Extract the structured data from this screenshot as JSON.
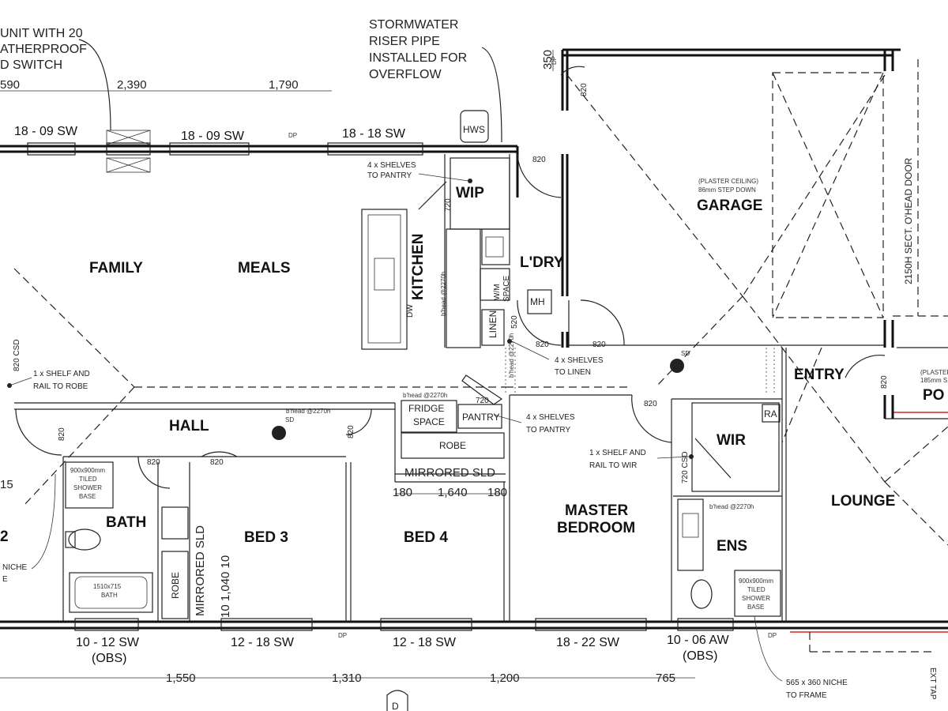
{
  "rooms": {
    "family": "FAMILY",
    "meals": "MEALS",
    "kitchen": "KITCHEN",
    "wip": "WIP",
    "laundry": "L'DRY",
    "garage": "GARAGE",
    "hall": "HALL",
    "bath": "BATH",
    "bed3": "BED 3",
    "bed4": "BED 4",
    "master_line1": "MASTER",
    "master_line2": "BEDROOM",
    "wir": "WIR",
    "ens": "ENS",
    "entry": "ENTRY",
    "lounge": "LOUNGE",
    "po": "PO",
    "left_partial": "2"
  },
  "notes": {
    "unit_line1": "UNIT WITH 20",
    "unit_line2": "ATHERPROOF",
    "unit_line3": "D SWITCH",
    "storm_line1": "STORMWATER",
    "storm_line2": "RISER PIPE",
    "storm_line3": "INSTALLED FOR",
    "storm_line4": "OVERFLOW",
    "pantry_shelves_top_1": "4 x SHELVES",
    "pantry_shelves_top_2": "TO PANTRY",
    "linen_shelves_1": "4 x SHELVES",
    "linen_shelves_2": "TO LINEN",
    "pantry_shelves_mid_1": "4 x SHELVES",
    "pantry_shelves_mid_2": "TO PANTRY",
    "shelf_robe_1": "1 x SHELF AND",
    "shelf_robe_2": "RAIL TO ROBE",
    "shelf_wir_1": "1 x SHELF AND",
    "shelf_wir_2": "RAIL TO WIR",
    "niche_left_1": "NICHE",
    "niche_left_2": "E",
    "niche_right_1": "565 x 360 NICHE",
    "niche_right_2": "TO FRAME",
    "mirrored_sld": "MIRRORED SLD",
    "mirrored_sld_vertical": "MIRRORED SLD",
    "garage_door": "2150H SECT. O'HEAD DOOR",
    "plaster_ceiling": "(PLASTER CEILING)",
    "step_down": "86mm STEP DOWN",
    "plaster_right": "(PLASTER",
    "step_right": "185mm S",
    "ext_tap": "EXT TAP",
    "left_edge_csd": "820 CSD",
    "wir_csd": "720 CSD",
    "left_edge_15": "15"
  },
  "dimensions": {
    "d590": "590",
    "d2390": "2,390",
    "d1790": "1,790",
    "d350": "350",
    "d820_a": "820",
    "d820_b": "820",
    "d820_c": "820",
    "d820_d": "820",
    "d820_e": "820",
    "d820_f": "820",
    "d820_g": "820",
    "d820_h": "820",
    "d820_i": "820",
    "d820_j": "820",
    "d720_a": "720",
    "d720_b": "720",
    "d520": "520",
    "d180_a": "180",
    "d1640": "1,640",
    "d180_b": "180",
    "d1040": "10 1,040 10",
    "d1550": "1,550",
    "d1310": "1,310",
    "d1200": "1,200",
    "d765": "765"
  },
  "windows": {
    "w1": "18 - 09 SW",
    "w2": "18 - 09 SW",
    "w3": "18 - 18 SW",
    "w4": "10 - 12 SW",
    "w4_sub": "(OBS)",
    "w5": "12 - 18 SW",
    "w6": "12 - 18 SW",
    "w7": "18 - 22 SW",
    "w8": "10 - 06 AW",
    "w8_sub": "(OBS)"
  },
  "fixtures": {
    "hws": "HWS",
    "mh": "MH",
    "fridge": "FRIDGE",
    "space": "SPACE",
    "pantry": "PANTRY",
    "robe_h": "ROBE",
    "robe_v": "ROBE",
    "linen": "LINEN",
    "wm_space_1": "W/M",
    "wm_space_2": "SPACE",
    "dw": "DW",
    "ra": "RA",
    "dp_1": "DP",
    "dp_2": "DP",
    "dp_3": "DP",
    "dp_4": "DP",
    "sd_1": "SD",
    "sd_2": "SD",
    "bhead_1": "b'head @2270h",
    "bhead_2": "b'head @2270h",
    "bhead_3": "b'head @2270h",
    "bhead_4": "b'head @2270h",
    "bhead_5": "b'head @2270h",
    "shower_1": "900x900mm",
    "shower_2": "TILED",
    "shower_3": "SHOWER",
    "shower_4": "BASE",
    "bath_size": "1510x715",
    "bath_word": "BATH",
    "north": "D"
  }
}
